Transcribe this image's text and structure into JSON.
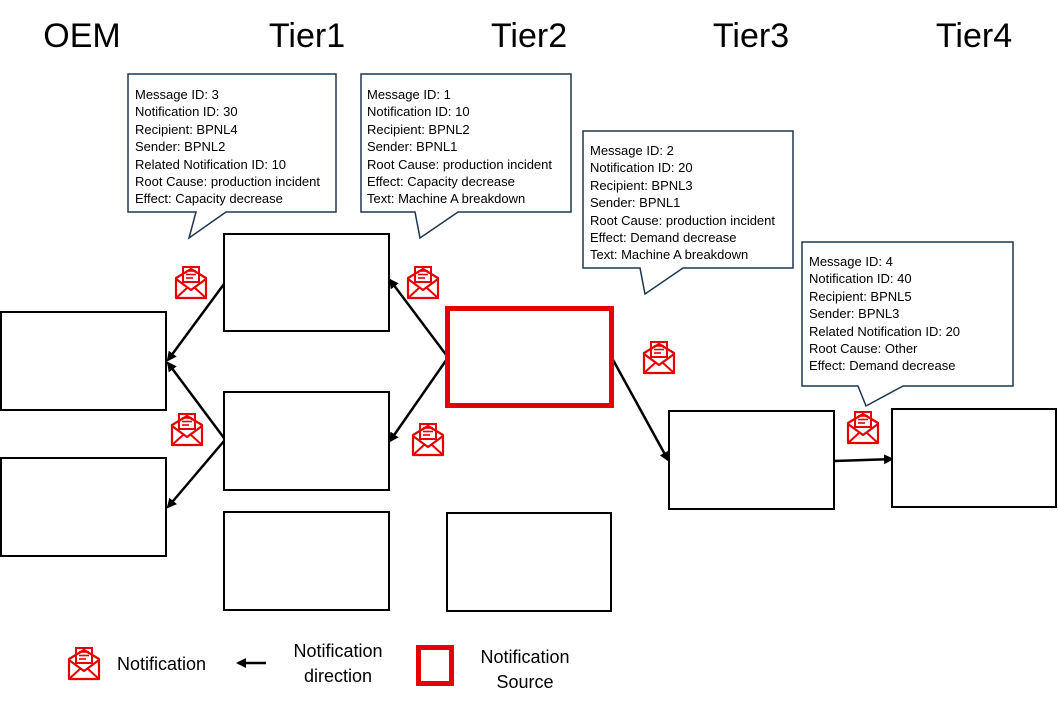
{
  "tiers": [
    "OEM",
    "Tier1",
    "Tier2",
    "Tier3",
    "Tier4"
  ],
  "callouts": [
    {
      "id": "message-3",
      "lines": [
        "Message ID: 3",
        "Notification ID: 30",
        "Recipient: BPNL4",
        "Sender: BPNL2",
        "Related Notification ID: 10",
        "Root Cause: production incident",
        "Effect: Capacity decrease"
      ]
    },
    {
      "id": "message-1",
      "lines": [
        "Message ID: 1",
        "Notification ID: 10",
        "Recipient: BPNL2",
        "Sender: BPNL1",
        "Root Cause: production incident",
        "Effect: Capacity decrease",
        "Text: Machine A breakdown"
      ]
    },
    {
      "id": "message-2",
      "lines": [
        "Message ID: 2",
        "Notification ID: 20",
        "Recipient: BPNL3",
        "Sender: BPNL1",
        "Root Cause: production incident",
        "Effect: Demand decrease",
        "Text: Machine A breakdown"
      ]
    },
    {
      "id": "message-4",
      "lines": [
        "Message ID: 4",
        "Notification ID: 40",
        "Recipient: BPNL5",
        "Sender: BPNL3",
        "Related Notification ID: 20",
        "Root Cause: Other",
        "Effect: Demand decrease"
      ]
    }
  ],
  "legend": {
    "notification": "Notification",
    "direction_line1": "Notification",
    "direction_line2": "direction",
    "source_line1": "Notification",
    "source_line2": "Source"
  },
  "colors": {
    "notification": "#e60000",
    "source_border": "#e60000",
    "callout_border": "#1f3650",
    "arrow": "#000000"
  },
  "icons": {
    "notification": "envelope-notification-icon"
  }
}
